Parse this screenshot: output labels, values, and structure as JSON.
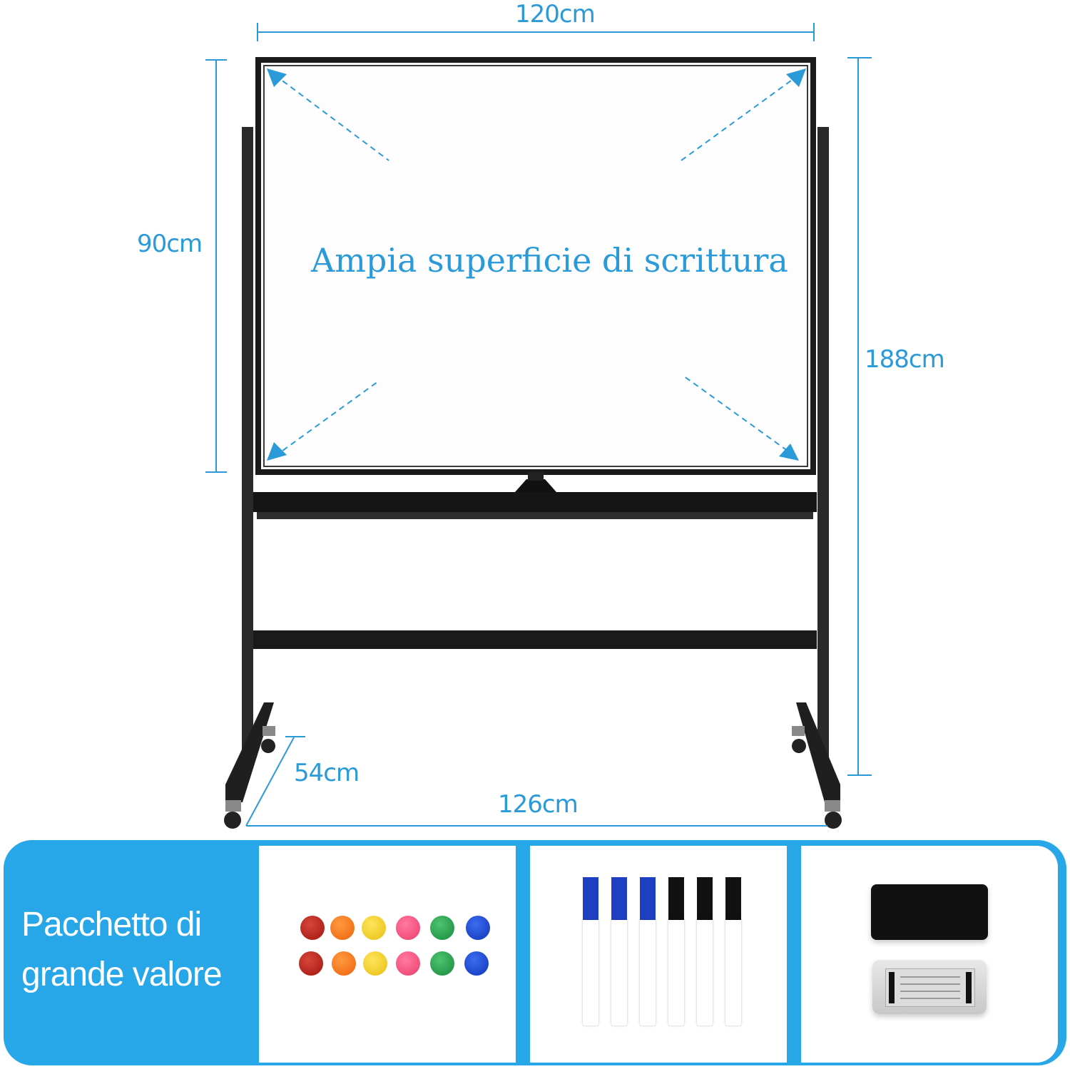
{
  "image": {
    "type": "product-dimension-infographic",
    "subject": "mobile double-sided whiteboard on stand"
  },
  "dimensions": {
    "board_width": "120cm",
    "board_height": "90cm",
    "total_height": "188cm",
    "base_depth": "54cm",
    "base_width": "126cm"
  },
  "headline": "Ampia superficie di scrittura",
  "package": {
    "title_line1": "Pacchetto di",
    "title_line2": "grande valore",
    "magnets": {
      "count": 12,
      "colors": [
        "#b01c12",
        "#f26a0f",
        "#f2cf1a",
        "#f1497a",
        "#1f9a46",
        "#1340c8"
      ]
    },
    "markers": {
      "count": 6,
      "cap_colors": [
        "#1f3fc2",
        "#1f3fc2",
        "#1f3fc2",
        "#111111",
        "#111111",
        "#111111"
      ]
    },
    "erasers": [
      "black-eraser",
      "gray-eraser"
    ]
  },
  "colors": {
    "accent": "#2a9ad8",
    "panel": "#27a6e8",
    "frame": "#1a1a1a"
  }
}
